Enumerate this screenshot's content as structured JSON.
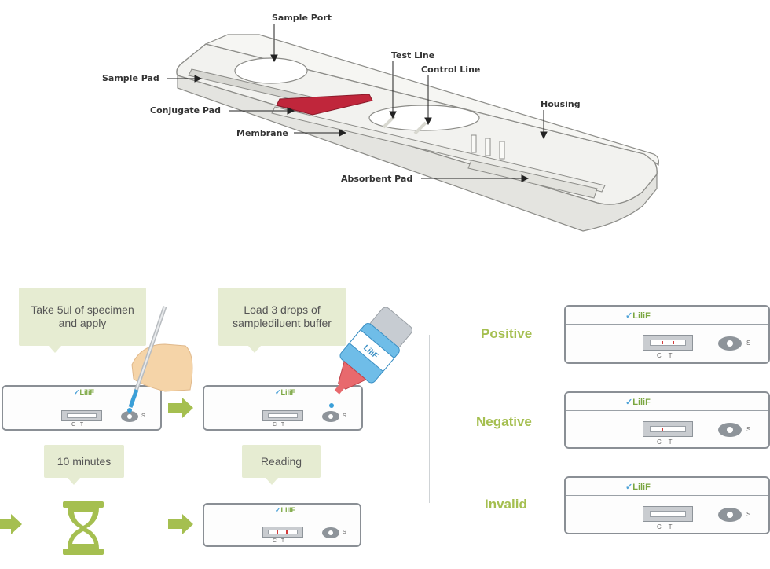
{
  "diagram": {
    "labels": {
      "sample_port": "Sample Port",
      "test_line": "Test Line",
      "control_line": "Control Line",
      "sample_pad": "Sample Pad",
      "conjugate_pad": "Conjugate Pad",
      "membrane": "Membrane",
      "housing": "Housing",
      "absorbent_pad": "Absorbent Pad"
    }
  },
  "procedure": {
    "step1": "Take 5ul of specimen and apply",
    "step2": "Load 3 drops of samplediluent buffer",
    "step3": "10 minutes",
    "step4": "Reading"
  },
  "cassette": {
    "brand": "LiliF",
    "c_label": "C",
    "t_label": "T",
    "s_label": "S",
    "bottle_brand": "LiliF"
  },
  "results": {
    "positive": "Positive",
    "negative": "Negative",
    "invalid": "Invalid"
  },
  "colors": {
    "accent_green": "#a5bf50",
    "bubble_bg": "#e6ecd2",
    "test_line_red": "#d33b3b",
    "conjugate_red": "#c0263b"
  }
}
